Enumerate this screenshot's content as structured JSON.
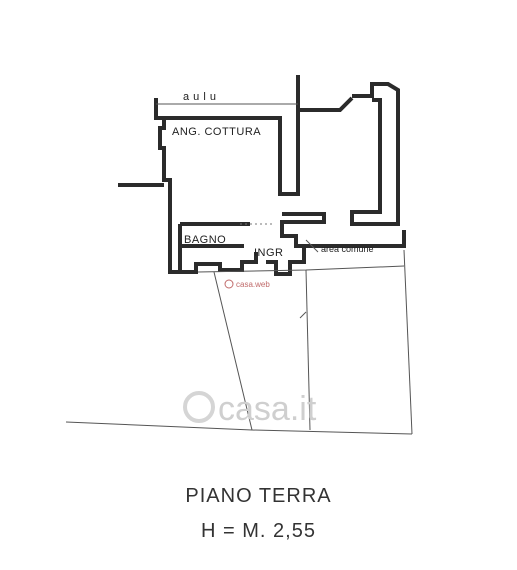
{
  "plan": {
    "rooms": {
      "top_label": "a u l u",
      "kitchen": "ANG. COTTURA",
      "bathroom": "BAGNO",
      "entrance": "INGR",
      "common_area": "area comune"
    },
    "watermark": {
      "small": "casa.web",
      "large": "casa.it"
    }
  },
  "caption": {
    "floor": "PIANO TERRA",
    "height": "H = M. 2,55"
  }
}
